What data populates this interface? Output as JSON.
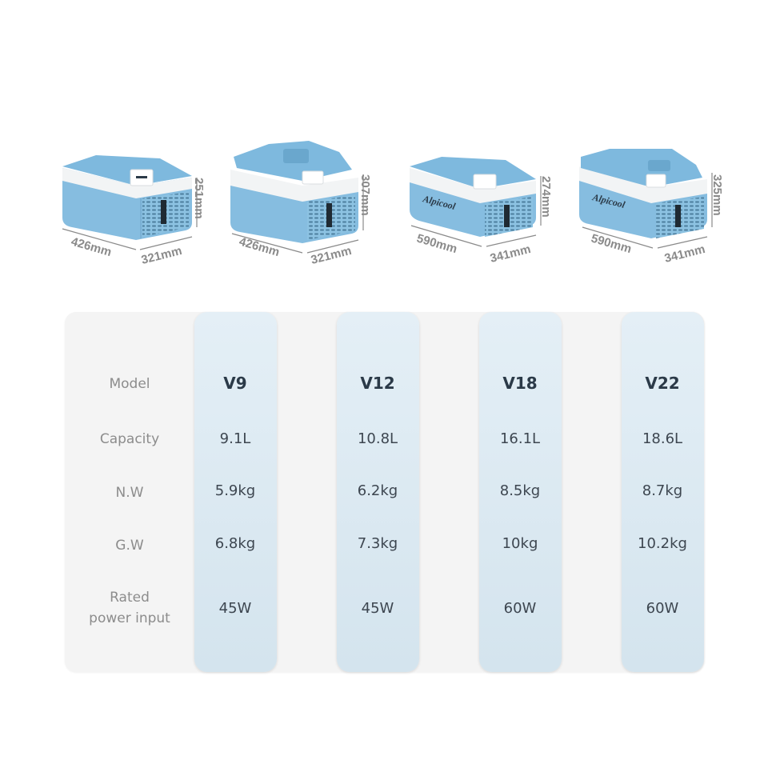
{
  "products": [
    {
      "width": "426mm",
      "depth": "321mm",
      "height": "251mm"
    },
    {
      "width": "426mm",
      "depth": "321mm",
      "height": "307mm"
    },
    {
      "width": "590mm",
      "depth": "341mm",
      "height": "274mm"
    },
    {
      "width": "590mm",
      "depth": "341mm",
      "height": "325mm"
    }
  ],
  "brand": "Alpicool",
  "colors": {
    "lid": "#7eb9de",
    "body": "#86bde0",
    "trim": "#f2f4f5",
    "dim": "#8a8a8a"
  },
  "labels": {
    "model": "Model",
    "capacity": "Capacity",
    "nw": "N.W",
    "gw": "G.W",
    "power_line1": "Rated",
    "power_line2": "power input"
  },
  "columns": [
    {
      "model": "V9",
      "capacity": "9.1L",
      "nw": "5.9kg",
      "gw": "6.8kg",
      "power": "45W"
    },
    {
      "model": "V12",
      "capacity": "10.8L",
      "nw": "6.2kg",
      "gw": "7.3kg",
      "power": "45W"
    },
    {
      "model": "V18",
      "capacity": "16.1L",
      "nw": "8.5kg",
      "gw": "10kg",
      "power": "60W"
    },
    {
      "model": "V22",
      "capacity": "18.6L",
      "nw": "8.7kg",
      "gw": "10.2kg",
      "power": "60W"
    }
  ]
}
